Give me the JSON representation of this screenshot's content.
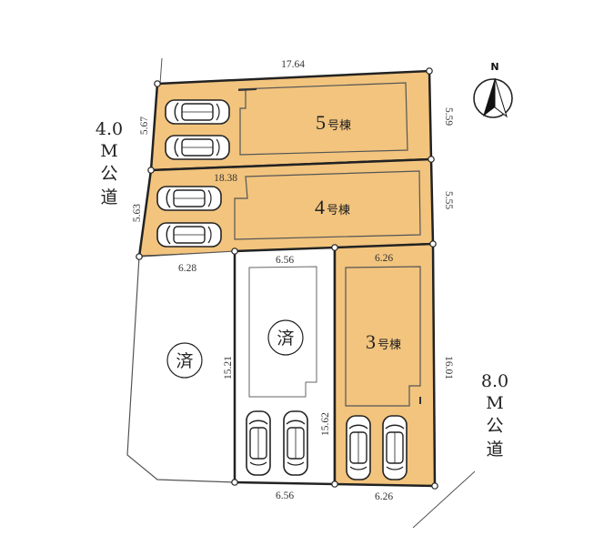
{
  "roads": {
    "west": {
      "width": "4.0",
      "unit": "M",
      "word_1": "公",
      "word_2": "道"
    },
    "southeast": {
      "width": "8.0",
      "unit": "M",
      "word_1": "公",
      "word_2": "道"
    }
  },
  "compass": {
    "label": "N"
  },
  "lots": {
    "lot5": {
      "number": "5",
      "suffix": "号棟"
    },
    "lot4": {
      "number": "4",
      "suffix": "号棟"
    },
    "lot3": {
      "number": "3",
      "suffix": "号棟"
    }
  },
  "sold_label": "済",
  "dimensions": {
    "lot5_top": "17.64",
    "lot5_left": "5.67",
    "lot5_right": "5.59",
    "lot4_top": "18.38",
    "lot4_left": "5.63",
    "lot4_right": "5.55",
    "west_sold_top": "6.28",
    "mid_sold_top": "6.56",
    "mid_sold_height": "15.21",
    "mid_sold_bottom": "6.56",
    "lot3_left": "15.62",
    "lot3_top": "6.26",
    "lot3_right": "16.01",
    "lot3_bottom": "6.26"
  },
  "colors": {
    "lot_fill": "#f2c47e",
    "sold_fill": "#ffffff",
    "outline": "#222222"
  }
}
